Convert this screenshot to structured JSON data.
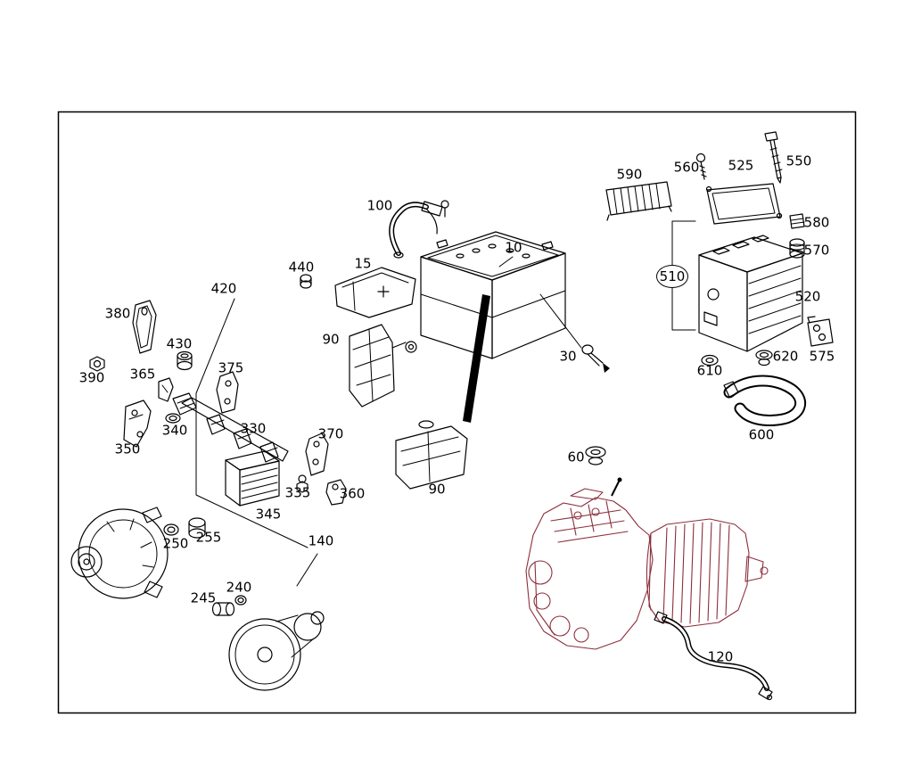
{
  "diagram_type": "exploded-parts-diagram",
  "colors": {
    "line": "#000000",
    "engine_accent": "#8b2f3b",
    "background": "#ffffff"
  },
  "parts": {
    "p10": "10",
    "p15": "15",
    "p30": "30",
    "p60": "60",
    "p90": "90",
    "p100": "100",
    "p120": "120",
    "p140": "140",
    "p240": "240",
    "p245": "245",
    "p250": "250",
    "p255": "255",
    "p330": "330",
    "p335": "335",
    "p340": "340",
    "p345": "345",
    "p350": "350",
    "p360": "360",
    "p365": "365",
    "p370": "370",
    "p375": "375",
    "p380": "380",
    "p390": "390",
    "p420": "420",
    "p430": "430",
    "p440": "440",
    "p510": "510",
    "p520": "520",
    "p525": "525",
    "p550": "550",
    "p560": "560",
    "p570": "570",
    "p575": "575",
    "p580": "580",
    "p590": "590",
    "p600": "600",
    "p610": "610",
    "p620": "620"
  }
}
